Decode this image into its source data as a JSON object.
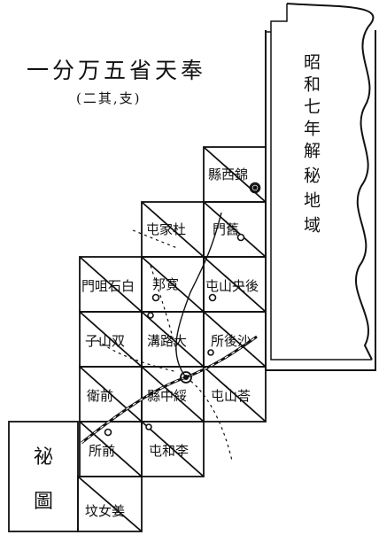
{
  "title": {
    "main": "一分万五省天奉",
    "sub": "(二其,支)"
  },
  "released_area": {
    "year_text": "昭和七年",
    "area_text": "解秘地域"
  },
  "secret_map": {
    "char1": "祕",
    "char2": "圖"
  },
  "sheets": [
    {
      "id": "jinxi",
      "label": "縣西錦"
    },
    {
      "id": "dianjiashe",
      "label": "屯家杜"
    },
    {
      "id": "menjiu",
      "label": "門舊"
    },
    {
      "id": "menzhishibai",
      "label": "門咀石白"
    },
    {
      "id": "bangkuan",
      "label": "邦寛"
    },
    {
      "id": "tunshanyang",
      "label": "屯山央後"
    },
    {
      "id": "zishanshuang",
      "label": "子山双"
    },
    {
      "id": "liulu",
      "label": "溝路大"
    },
    {
      "id": "suohousha",
      "label": "所後沙"
    },
    {
      "id": "weiqian",
      "label": "衛前"
    },
    {
      "id": "xianzhongzui",
      "label": "縣中綏"
    },
    {
      "id": "tunshanwu",
      "label": "屯山荅"
    },
    {
      "id": "suoqian",
      "label": "所前"
    },
    {
      "id": "tunhejiang",
      "label": "屯和李"
    },
    {
      "id": "kanniiyao",
      "label": "坟女姜"
    }
  ]
}
